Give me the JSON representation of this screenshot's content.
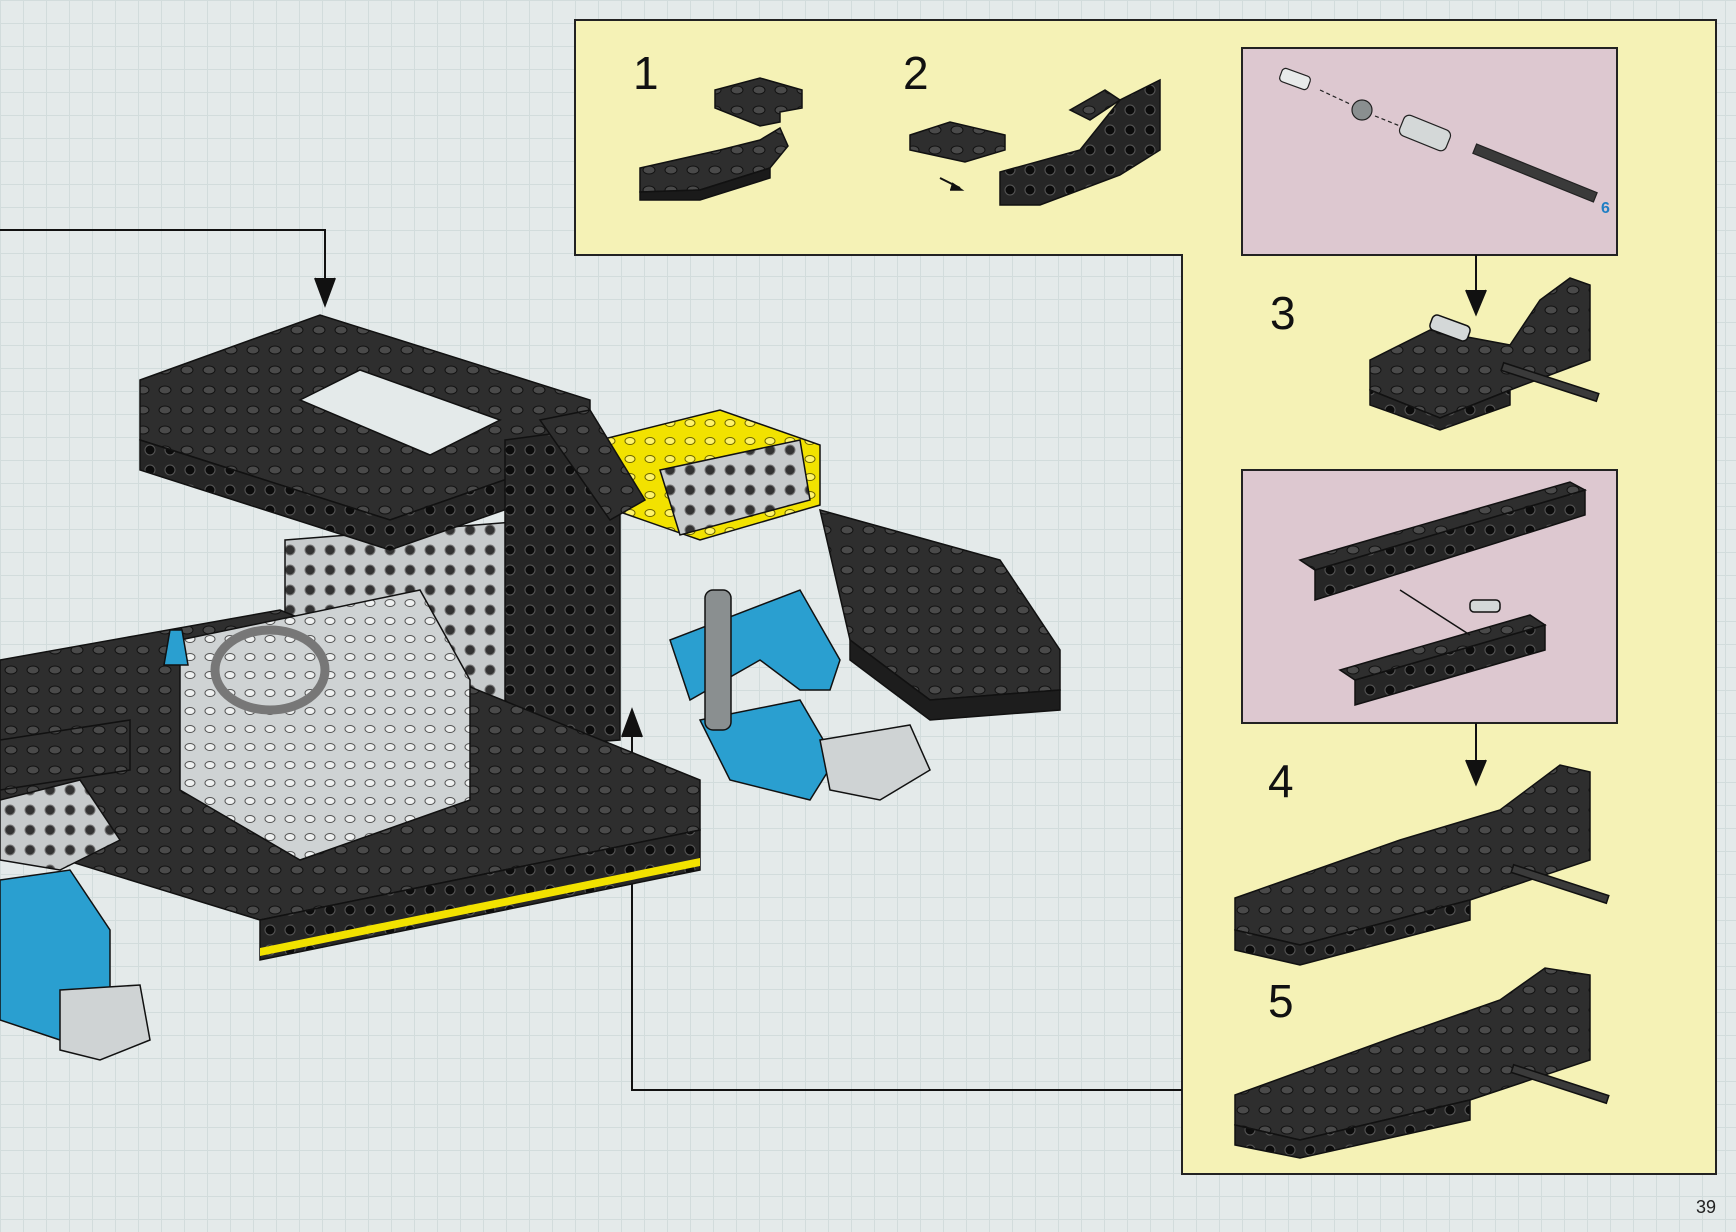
{
  "steps": [
    {
      "number": "1"
    },
    {
      "number": "2"
    },
    {
      "number": "3"
    },
    {
      "number": "4"
    },
    {
      "number": "5"
    }
  ],
  "parts_callout": {
    "axle_quantity": "6"
  },
  "page_number": "39",
  "colors": {
    "callout_panel": "#f5f2b6",
    "subassembly_box": "#ddc8d0",
    "brick_black": "#2c2c2c",
    "brick_yellow": "#f2e200",
    "part_blue": "#2a9fd0",
    "part_grey": "#cfd3d4"
  }
}
